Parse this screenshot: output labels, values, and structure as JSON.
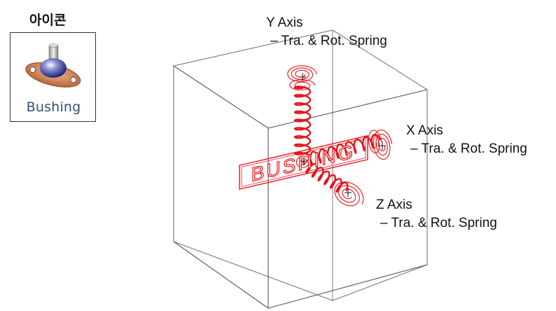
{
  "icon": {
    "caption": "아이콘",
    "label": "Bushing",
    "glyph": "bushing-mount-icon"
  },
  "diagram": {
    "stamp_text": "BUSHING",
    "colors": {
      "spring": "#e8131a",
      "box": "#555555",
      "text": "#111111"
    },
    "axes": [
      {
        "name": "Y Axis",
        "desc": "– Tra. & Rot. Spring"
      },
      {
        "name": "X Axis",
        "desc": "– Tra. & Rot. Spring"
      },
      {
        "name": "Z Axis",
        "desc": "– Tra. & Rot. Spring"
      }
    ]
  }
}
